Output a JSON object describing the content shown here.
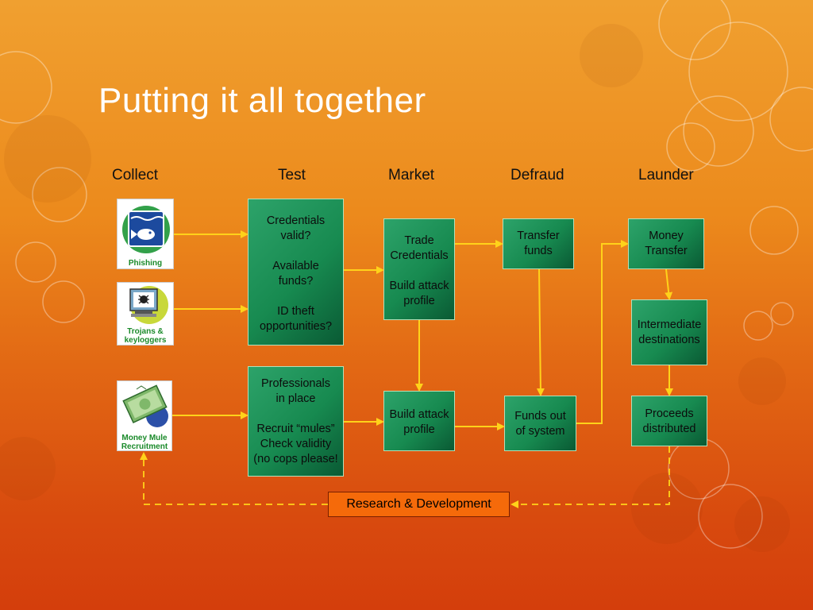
{
  "slide": {
    "title": "Putting it all together"
  },
  "columns": [
    "Collect",
    "Test",
    "Market",
    "Defraud",
    "Launder"
  ],
  "sources": {
    "phishing": "Phishing",
    "trojans": "Trojans &\nkeyloggers",
    "mule": "Money Mule\nRecruitment"
  },
  "boxes": {
    "test_credentials": "Credentials\nvalid?\n\nAvailable\nfunds?\n\nID theft\nopportunities?",
    "test_professionals": "Professionals\nin place\n\nRecruit “mules”\nCheck validity\n(no cops please!",
    "market_trade": "Trade\nCredentials\n\nBuild attack\nprofile",
    "market_build": "Build attack\nprofile",
    "defraud_transfer": "Transfer\nfunds",
    "defraud_funds_out": "Funds out\nof system",
    "launder_money_transfer": "Money\nTransfer",
    "launder_intermediate": "Intermediate\ndestinations",
    "launder_proceeds": "Proceeds\ndistributed"
  },
  "feedback": {
    "label": "Research  & Development"
  },
  "colors": {
    "arrow": "#ffd21a",
    "box": "#178a50",
    "rd_fill": "#f56a0a"
  }
}
